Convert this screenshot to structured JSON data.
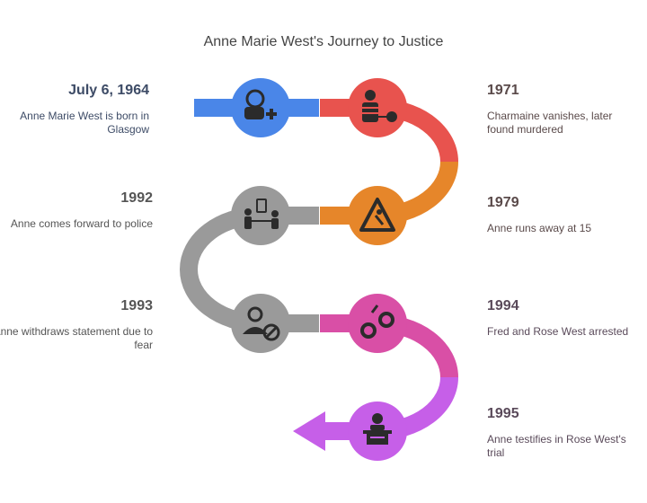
{
  "title": "Anne Marie West's Journey to Justice",
  "events": [
    {
      "date": "July 6, 1964",
      "text": "Anne Marie West is born in Glasgow",
      "side": "left",
      "color": "#4a86e8",
      "icon": "baby-icon",
      "text_color": "#3d4b66"
    },
    {
      "date": "1971",
      "text": "Charmaine vanishes, later found murdered",
      "side": "right",
      "color": "#e8534e",
      "icon": "prisoner-icon",
      "text_color": "#5a4a4a"
    },
    {
      "date": "1979",
      "text": "Anne runs away at 15",
      "side": "right",
      "color": "#e6862a",
      "icon": "running-warning-icon",
      "text_color": "#5a4a4a"
    },
    {
      "date": "1992",
      "text": "Anne comes forward to police",
      "side": "left",
      "color": "#9a9a9a",
      "icon": "police-report-icon",
      "text_color": "#555555"
    },
    {
      "date": "1993",
      "text": "Anne withdraws statement due to fear",
      "side": "left",
      "color": "#9a9a9a",
      "icon": "person-blocked-icon",
      "text_color": "#555555"
    },
    {
      "date": "1994",
      "text": "Fred and Rose West arrested",
      "side": "right",
      "color": "#d94fa6",
      "icon": "handcuffs-icon",
      "text_color": "#5a4a5a"
    },
    {
      "date": "1995",
      "text": "Anne testifies in Rose West's trial",
      "side": "right",
      "color": "#c65fe8",
      "icon": "testify-podium-icon",
      "text_color": "#5a4a5a"
    }
  ]
}
